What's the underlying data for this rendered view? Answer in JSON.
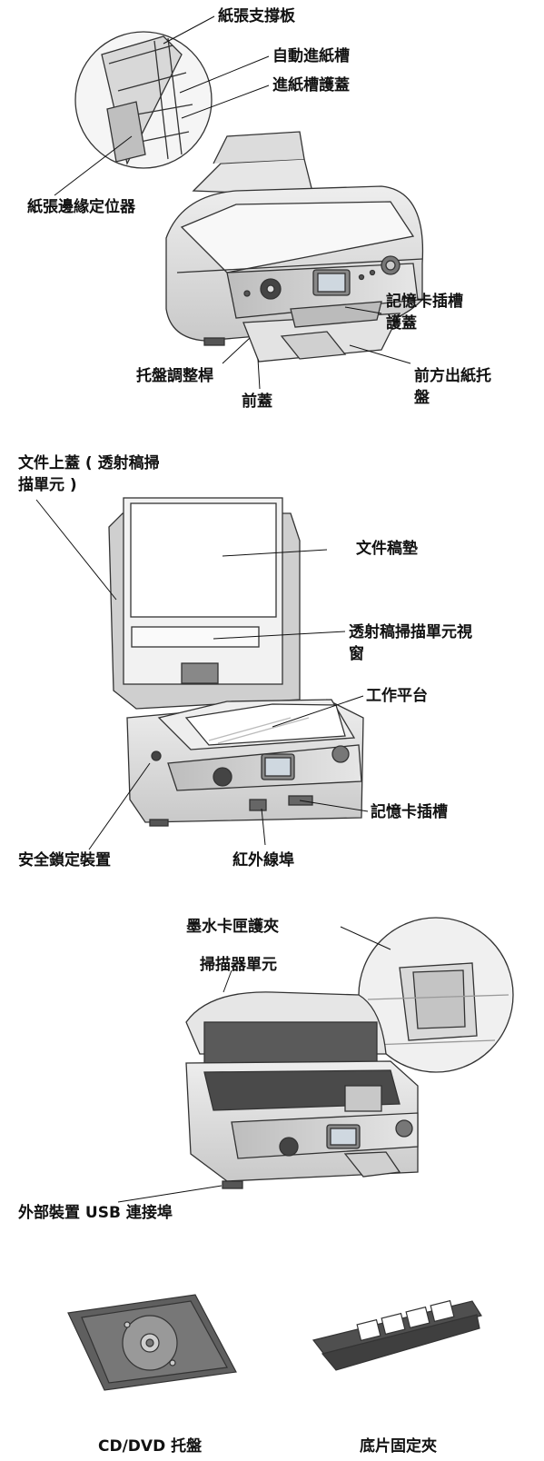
{
  "figure1": {
    "labels": {
      "paper_support": "紙張支撐板",
      "sheet_feeder": "自動進紙槽",
      "feeder_guard": "進紙槽護蓋",
      "edge_guide": "紙張邊緣定位器",
      "memory_card_cover_1": "記憶卡插槽",
      "memory_card_cover_2": "護蓋",
      "tray_lever": "托盤調整桿",
      "front_tray_1": "前方出紙托",
      "front_tray_2": "盤",
      "front_cover": "前蓋"
    }
  },
  "figure2": {
    "labels": {
      "document_cover_1": "文件上蓋 ( 透射稿掃",
      "document_cover_2": "描單元 )",
      "document_mat": "文件稿墊",
      "tpu_window_1": "透射稿掃描單元視",
      "tpu_window_2": "窗",
      "document_table": "工作平台",
      "memory_card_slot": "記憶卡插槽",
      "safety_lock": "安全鎖定裝置",
      "ir_port": "紅外線埠"
    }
  },
  "figure3": {
    "labels": {
      "cartridge_clamp": "墨水卡匣護夾",
      "scanner_unit": "掃描器單元",
      "usb_port": "外部裝置 USB 連接埠"
    }
  },
  "accessories": {
    "cd_tray": "CD/DVD 托盤",
    "film_holder": "底片固定夾"
  }
}
